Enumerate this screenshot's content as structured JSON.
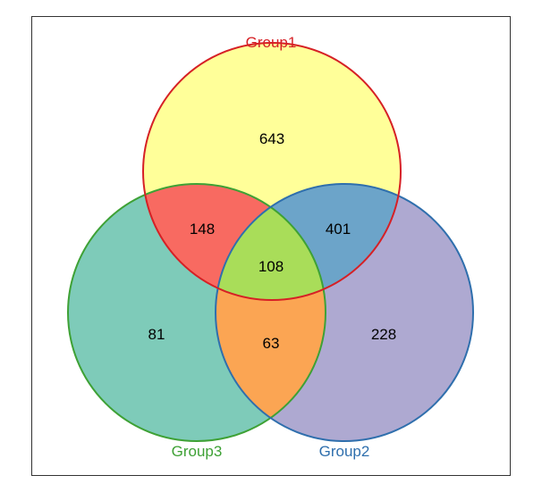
{
  "colors": {
    "group1_only": "#ffff99",
    "group2_only": "#aea9d1",
    "group3_only": "#7ecbb9",
    "group1_group3": "#f86a61",
    "group1_group2": "#6ca4c9",
    "group2_group3": "#fba553",
    "all": "#a9dd59",
    "group1_stroke": "#d62025",
    "group2_stroke": "#2f6fad",
    "group3_stroke": "#3ea135"
  },
  "groups": [
    {
      "id": "group1",
      "label": "Group1",
      "color": "#d62025"
    },
    {
      "id": "group2",
      "label": "Group2",
      "color": "#2f6fad"
    },
    {
      "id": "group3",
      "label": "Group3",
      "color": "#3ea135"
    }
  ],
  "regions": {
    "group1_only": "643",
    "group1_group3": "148",
    "group1_group2": "401",
    "all": "108",
    "group3_only": "81",
    "group2_group3": "63",
    "group2_only": "228"
  }
}
